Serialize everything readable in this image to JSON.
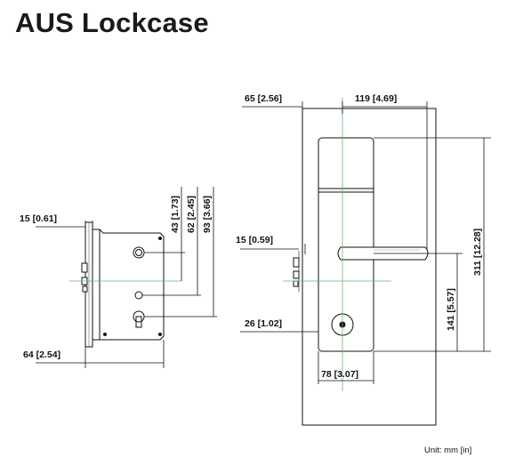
{
  "title": "AUS Lockcase",
  "unit_note": "Unit: mm [in]",
  "side_view": {
    "dims": {
      "d15": "15 [0.61]",
      "d64": "64 [2.54]",
      "d43": "43 [1.73]",
      "d62": "62 [2.45]",
      "d93": "93 [3.66]"
    }
  },
  "front_view": {
    "dims": {
      "d65": "65 [2.56]",
      "d119": "119 [4.69]",
      "d15": "15 [0.59]",
      "d26": "26 [1.02]",
      "d78": "78 [3.07]",
      "d141": "141 [5.57]",
      "d311": "311 [12.28]"
    }
  }
}
